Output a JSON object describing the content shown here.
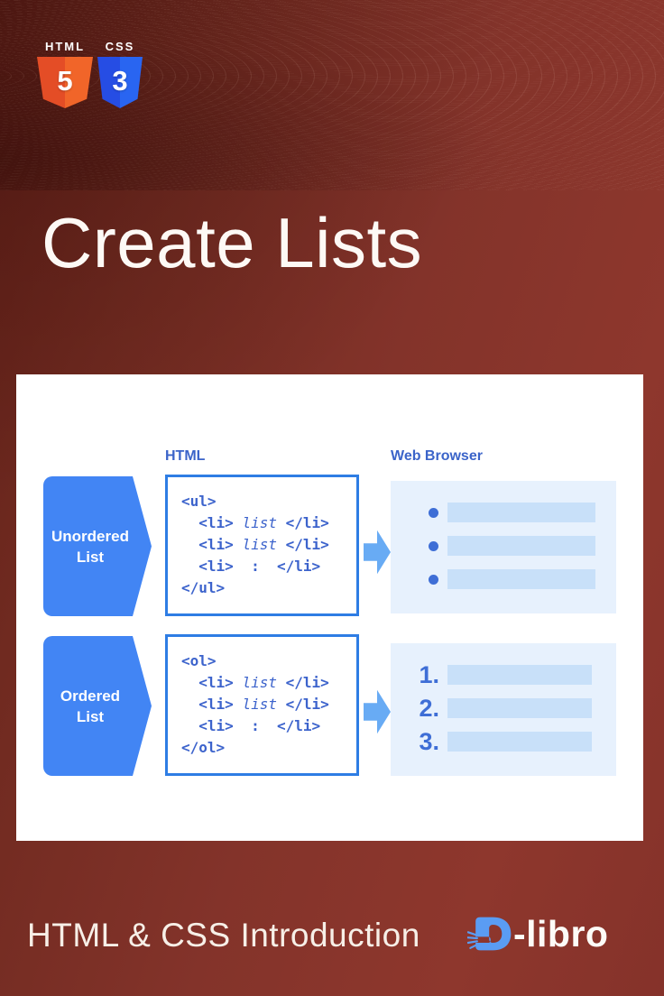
{
  "page": {
    "title": "Create Lists",
    "subtitle": "HTML & CSS Introduction"
  },
  "logos": {
    "html5": {
      "label": "HTML",
      "number": "5"
    },
    "css3": {
      "label": "CSS",
      "number": "3"
    }
  },
  "brand": {
    "wordmark": "-libro"
  },
  "diagram": {
    "col_html_label": "HTML",
    "col_browser_label": "Web Browser",
    "italic_word": "list",
    "rows": [
      {
        "badge_line1": "Unordered",
        "badge_line2": "List",
        "code_lines": [
          "<ul>",
          "  <li> list </li>",
          "  <li> list </li>",
          "  <li>  :  </li>",
          "</ul>"
        ],
        "browser": {
          "type": "bullets",
          "item_count": 3
        }
      },
      {
        "badge_line1": "Ordered",
        "badge_line2": "List",
        "code_lines": [
          "<ol>",
          "  <li> list </li>",
          "  <li> list </li>",
          "  <li>  :  </li>",
          "</ol>"
        ],
        "browser": {
          "type": "numbers",
          "markers": [
            "1.",
            "2.",
            "3."
          ]
        }
      }
    ]
  },
  "colors": {
    "background_dark": "#5f1f17",
    "background_light": "#8e372d",
    "badge_blue": "#4285f4",
    "code_border_blue": "#2e7de4",
    "code_text_blue": "#3c63cc",
    "panel_bg": "#e7f1fd",
    "panel_bar": "#c8e0f9",
    "marker_blue": "#3e6ed6",
    "arrow_blue": "#68abf4",
    "html5_orange": "#e44d26",
    "css3_blue": "#264de4"
  }
}
